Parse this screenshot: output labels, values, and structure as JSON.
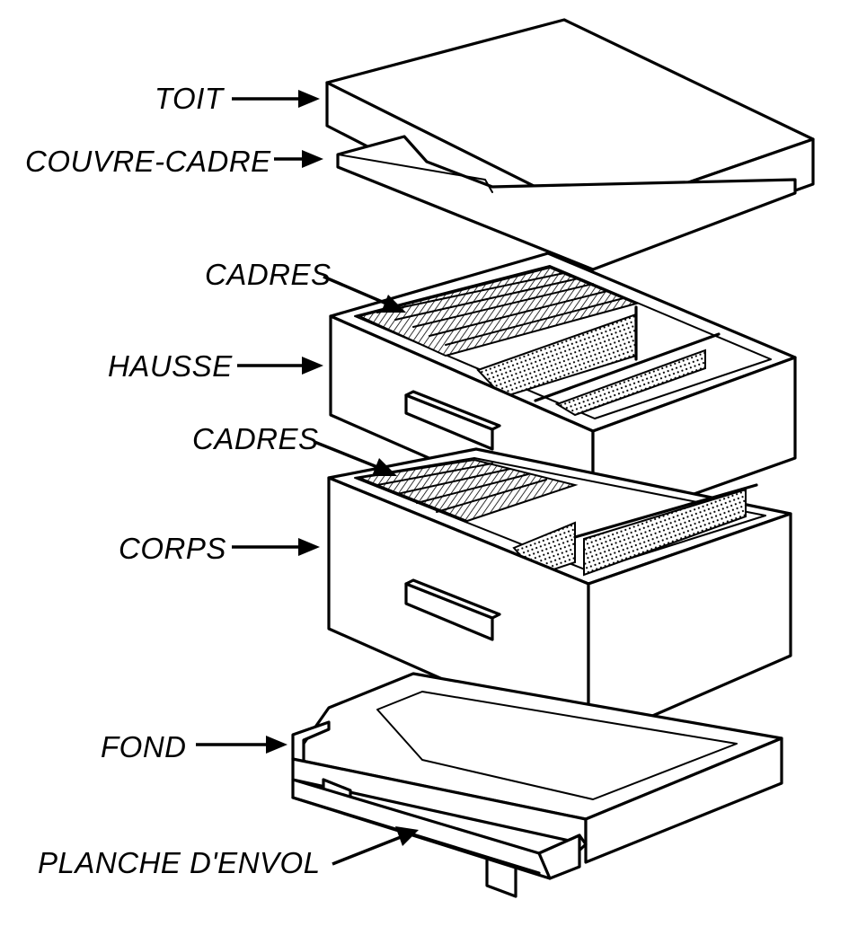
{
  "diagram": {
    "labels": {
      "toit": "TOIT",
      "couvre_cadre": "COUVRE-CADRE",
      "cadres_top": "CADRES",
      "hausse": "HAUSSE",
      "cadres_bottom": "CADRES",
      "corps": "CORPS",
      "fond": "FOND",
      "planche": "PLANCHE D'ENVOL"
    },
    "colors": {
      "ink": "#000000",
      "paper": "#ffffff"
    }
  }
}
